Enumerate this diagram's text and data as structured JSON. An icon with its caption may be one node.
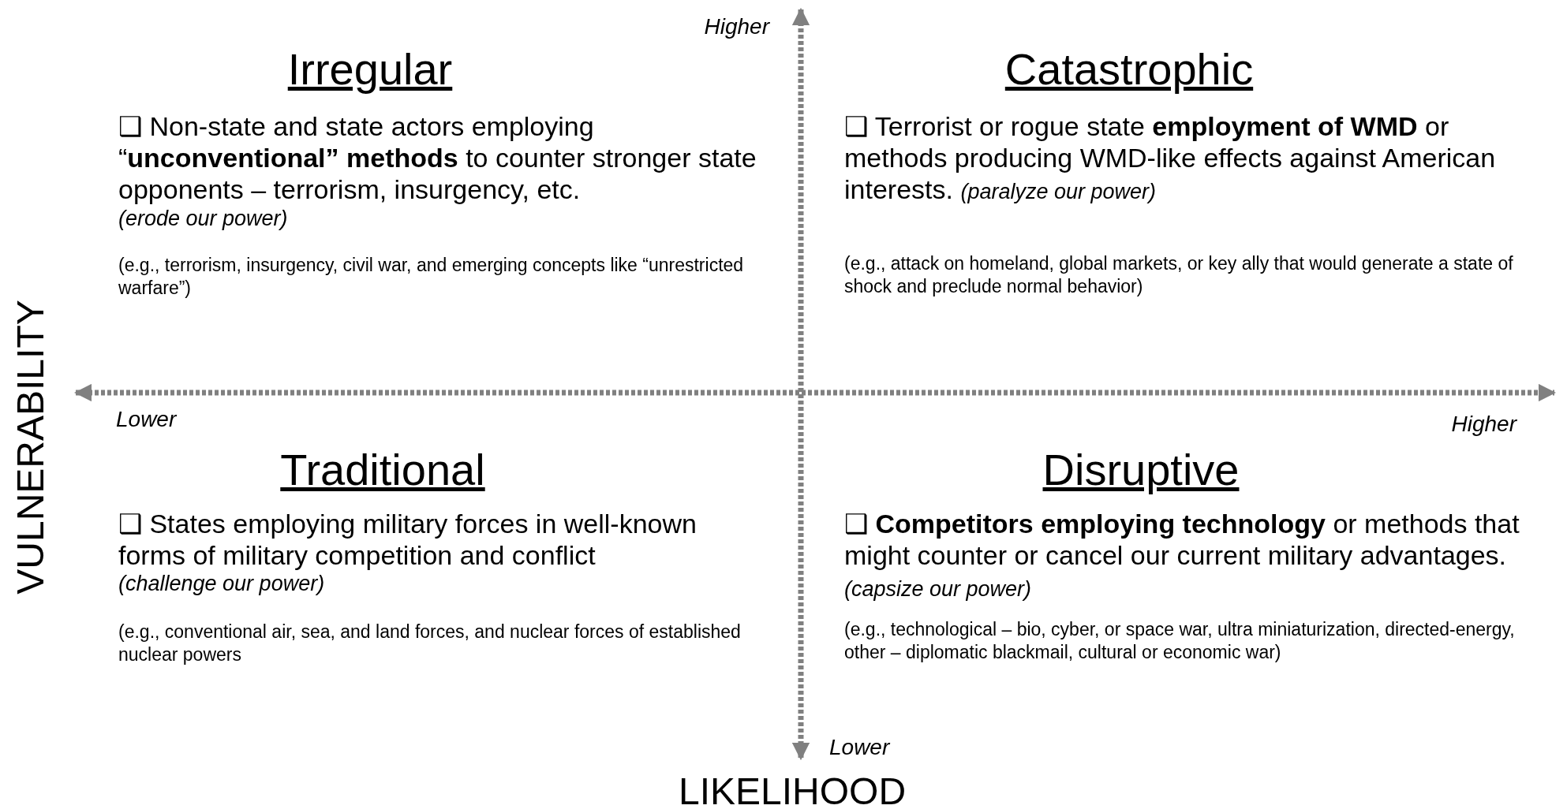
{
  "diagram": {
    "labels": [
      "Higher",
      "Irregular",
      "Catastrophic",
      "❑ Non-state and state actors employing “**unconventional” methods** to counter stronger state opponents – terrorism, insurgency, etc.",
      "(erode our power)",
      "❑ Terrorist or rogue state **employment of WMD** or methods producing WMD-like effects against American interests. *(paralyze our power)*",
      "(e.g., terrorism, insurgency, civil war, and emerging concepts like “unrestricted warfare”)",
      "(e.g., attack on homeland, global markets, or key ally that would generate a state of shock and preclude normal behavior)",
      "VULNERABILITY",
      "Lower",
      "Higher",
      "Traditional",
      "Disruptive",
      "❑ States employing military forces in well-known forms of military competition and conflict",
      "(challenge our power)",
      "❑ **Competitors employing technology** or methods that might counter or cancel our current military advantages. *(capsize our power)*",
      "(e.g., conventional air, sea, and land forces, and nuclear forces of established nuclear powers",
      "(e.g., technological – bio, cyber, or space war, ultra miniaturization, directed-energy, other – diplomatic blackmail, cultural or economic war)",
      "Lower",
      "LIKELIHOOD"
    ]
  }
}
